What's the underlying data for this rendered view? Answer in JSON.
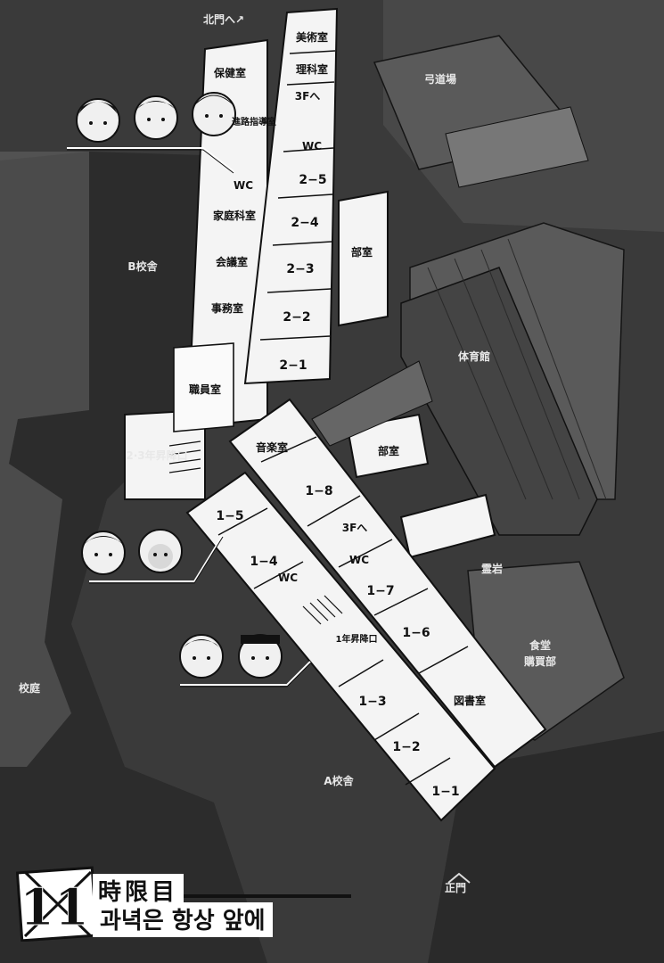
{
  "colors": {
    "ground": "#3a3a3a",
    "building": "#f4f4f4",
    "roof": "#5a5a5a",
    "ink": "#111111"
  },
  "labels": {
    "north_gate": "北門へ↗",
    "art_room": "美術室",
    "science_room": "理科室",
    "to_3f_upper": "3Fへ",
    "infirmary": "保健室",
    "guidance_room": "進路指導室",
    "wc_1": "WC",
    "wc_2": "WC",
    "wc_3": "WC",
    "home_ec_room": "家庭科室",
    "meeting_room": "会議室",
    "office": "事務室",
    "staff_room": "職員室",
    "stairs_23": "2·3年昇降口",
    "b_building": "B校舎",
    "archery_range": "弓道場",
    "club_room_1": "部室",
    "club_room_2": "部室",
    "gym": "体育館",
    "music_room": "音楽室",
    "to_3f_lower": "3Fへ",
    "stairs_1": "1年昇降口",
    "library": "図書室",
    "rock": "霊岩",
    "cafeteria": "食堂",
    "store": "購買部",
    "courtyard": "校庭",
    "a_building": "A校舎",
    "main_gate": "正門"
  },
  "rooms_2nd": [
    "2−5",
    "2−4",
    "2−3",
    "2−2",
    "2−1"
  ],
  "rooms_1st": [
    "1−8",
    "1−7",
    "1−6",
    "1−5",
    "1−4",
    "1−3",
    "1−2",
    "1−1"
  ],
  "chapter": {
    "number": "11",
    "kanji": "時限目",
    "subtitle": "과녁은 항상 앞에"
  }
}
